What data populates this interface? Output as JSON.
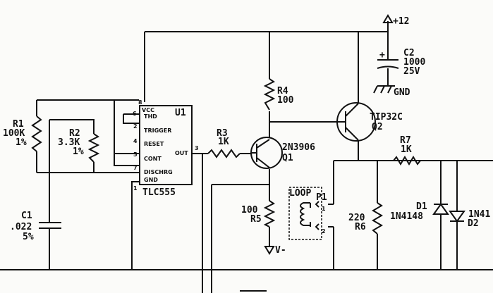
{
  "supply": {
    "vplus": "+12",
    "vminus": "V-",
    "gnd": "GND"
  },
  "u1": {
    "ref": "U1",
    "part": "TLC555",
    "pins": {
      "vcc": "VCC",
      "thd": "THD",
      "trigger": "TRIGGER",
      "reset": "RESET",
      "cont": "CONT",
      "discharge": "DISCHRG",
      "gnd": "GND",
      "out": "OUT"
    },
    "pin_numbers": {
      "p8": "8",
      "p6": "6",
      "p2": "2",
      "p4": "4",
      "p5": "5",
      "p7": "7",
      "p1": "1",
      "p3": "3"
    }
  },
  "r1": {
    "ref": "R1",
    "value": "100K",
    "tol": "1%"
  },
  "r2": {
    "ref": "R2",
    "value": "3.3K",
    "tol": "1%"
  },
  "r3": {
    "ref": "R3",
    "value": "1K"
  },
  "r4": {
    "ref": "R4",
    "value": "100"
  },
  "r5": {
    "ref": "R5",
    "value": "100"
  },
  "r6": {
    "ref": "R6",
    "value": "220"
  },
  "r7": {
    "ref": "R7",
    "value": "1K"
  },
  "c1": {
    "ref": "C1",
    "value": ".022",
    "tol": "5%"
  },
  "c2": {
    "ref": "C2",
    "value": "1000",
    "voltage": "25V",
    "polarity": "+"
  },
  "q1": {
    "ref": "Q1",
    "part": "2N3906"
  },
  "q2": {
    "ref": "Q2",
    "part": "TIP32C"
  },
  "d1": {
    "ref": "D1",
    "part": "1N4148"
  },
  "d2": {
    "ref": "D2",
    "part": "1N41"
  },
  "p1": {
    "ref": "P1",
    "label": "LOOP",
    "pin1": "1",
    "pin2": "2"
  }
}
